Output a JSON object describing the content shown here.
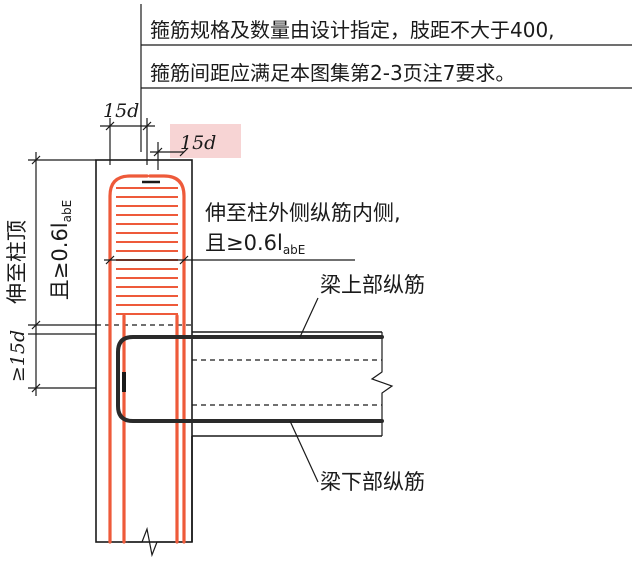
{
  "note": {
    "line1": "箍筋规格及数量由设计指定，肢距不大于400,",
    "line2": "箍筋间距应满足本图集第2-3页注7要求。"
  },
  "dims": {
    "top_left": "15d",
    "top_right": "15d",
    "top_right_highlight": "#f7d4d4",
    "vertical_extend": "伸至柱顶",
    "vertical_req": "且≥0.6l",
    "vertical_req_sub": "abE",
    "vertical_lower": "≥15d"
  },
  "labels": {
    "extend_outer": "伸至柱外侧纵筋内侧,",
    "extend_req": "且≥0.6l",
    "extend_req_sub": "abE",
    "top_bar": "梁上部纵筋",
    "bottom_bar": "梁下部纵筋"
  },
  "colors": {
    "rebar": "#ee5a3a",
    "line": "#1a1a1a"
  }
}
